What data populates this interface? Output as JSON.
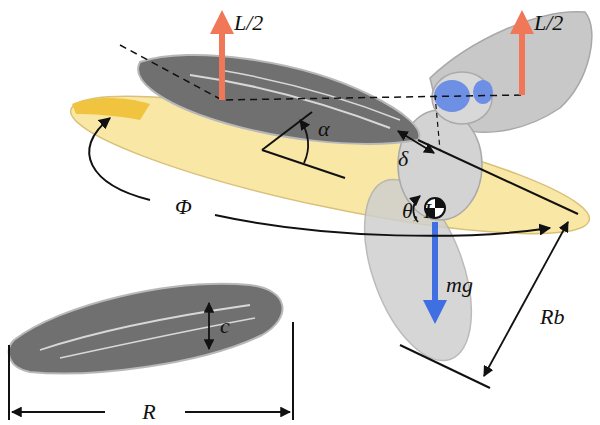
{
  "diagram": {
    "labels": [
      "L/2",
      "L/2",
      "α",
      "δ",
      "θ, I",
      "Φ",
      "mg",
      "Rb",
      "c",
      "R"
    ]
  }
}
